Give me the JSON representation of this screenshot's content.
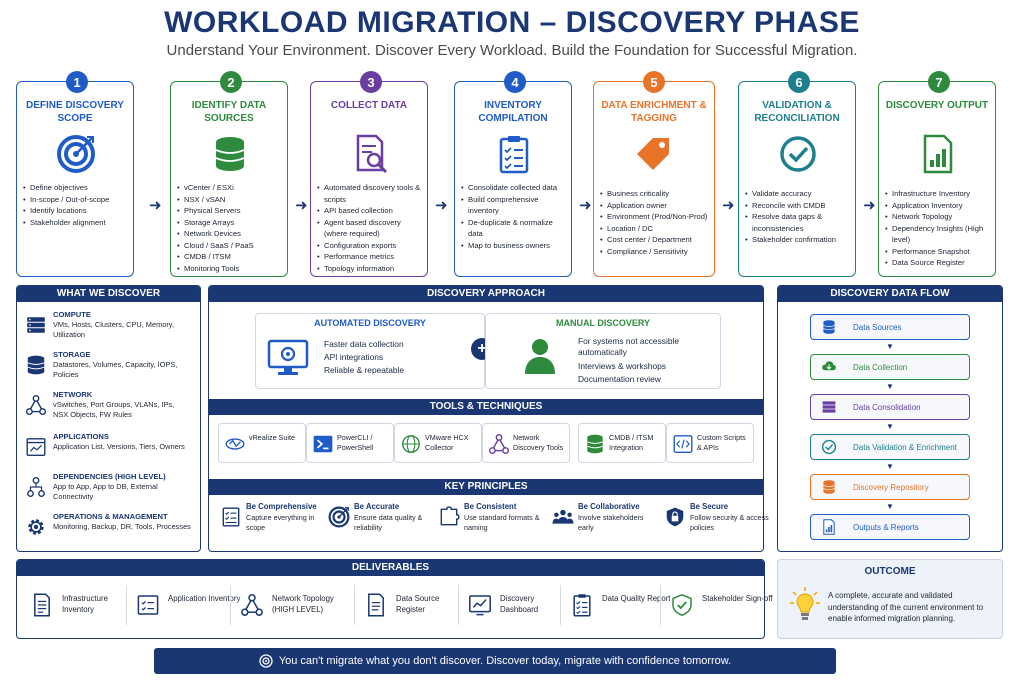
{
  "header": {
    "title": "WORKLOAD MIGRATION – DISCOVERY PHASE",
    "subtitle": "Understand Your Environment. Discover Every Workload. Build the Foundation for Successful Migration."
  },
  "steps": [
    {
      "num": "1",
      "title": "DEFINE DISCOVERY SCOPE",
      "color": "#1f5cc7",
      "icon": "target-icon",
      "items": [
        "Define objectives",
        "In-scope / Out-of-scope",
        "Identify locations",
        "Stakeholder alignment"
      ]
    },
    {
      "num": "2",
      "title": "IDENTIFY DATA SOURCES",
      "color": "#2e8b3e",
      "icon": "database-icon",
      "items": [
        "vCenter / ESXi",
        "NSX / vSAN",
        "Physical Servers",
        "Storage Arrays",
        "Network Devices",
        "Cloud / SaaS / PaaS",
        "CMDB / ITSM",
        "Monitoring Tools"
      ]
    },
    {
      "num": "3",
      "title": "COLLECT DATA",
      "color": "#6a3ea1",
      "icon": "document-search-icon",
      "items": [
        "Automated discovery tools & scripts",
        "API based collection",
        "Agent based discovery (where required)",
        "Configuration exports",
        "Performance metrics",
        "Topology information"
      ]
    },
    {
      "num": "4",
      "title": "INVENTORY COMPILATION",
      "color": "#1f5cc7",
      "icon": "clipboard-checklist-icon",
      "items": [
        "Consolidate collected data",
        "Build comprehensive inventory",
        "De-duplicate & normalize data",
        "Map to business owners"
      ]
    },
    {
      "num": "5",
      "title": "DATA ENRICHMENT & TAGGING",
      "color": "#e8742a",
      "icon": "tag-icon",
      "items": [
        "Business criticality",
        "Application owner",
        "Environment (Prod/Non-Prod)",
        "Location / DC",
        "Cost center / Department",
        "Compliance / Sensitivity"
      ]
    },
    {
      "num": "6",
      "title": "VALIDATION & RECONCILIATION",
      "color": "#1e7f8c",
      "icon": "check-circle-icon",
      "items": [
        "Validate accuracy",
        "Reconcile with CMDB",
        "Resolve data gaps & inconsistencies",
        "Stakeholder confirmation"
      ]
    },
    {
      "num": "7",
      "title": "DISCOVERY OUTPUT",
      "color": "#2e8b3e",
      "icon": "report-chart-icon",
      "items": [
        "Infrastructure Inventory",
        "Application Inventory",
        "Network Topology",
        "Dependency Insights (High level)",
        "Performance Snapshot",
        "Data Source Register"
      ]
    }
  ],
  "what_we_discover": {
    "title": "WHAT WE DISCOVER",
    "items": [
      {
        "heading": "COMPUTE",
        "desc": "VMs, Hosts, Clusters, CPU, Memory, Utilization",
        "icon": "server-icon"
      },
      {
        "heading": "STORAGE",
        "desc": "Datastores, Volumes, Capacity, IOPS, Policies",
        "icon": "storage-icon"
      },
      {
        "heading": "NETWORK",
        "desc": "vSwitches, Port Groups, VLANs, IPs, NSX Objects, FW Rules",
        "icon": "network-icon"
      },
      {
        "heading": "APPLICATIONS",
        "desc": "Application List, Versions, Tiers, Owners",
        "icon": "application-icon"
      },
      {
        "heading": "DEPENDENCIES (HIGH LEVEL)",
        "desc": "App to App, App to DB, External Connectivity",
        "icon": "dependency-icon"
      },
      {
        "heading": "OPERATIONS & MANAGEMENT",
        "desc": "Monitoring, Backup, DR, Tools, Processes",
        "icon": "gear-icon"
      }
    ]
  },
  "approach": {
    "title": "DISCOVERY APPROACH",
    "automated": {
      "title": "AUTOMATED DISCOVERY",
      "items": [
        "Faster data collection",
        "API integrations",
        "Reliable & repeatable"
      ]
    },
    "plus": "+",
    "manual": {
      "title": "MANUAL DISCOVERY",
      "items": [
        "For systems not accessible automatically",
        "Interviews & workshops",
        "Documentation review"
      ]
    }
  },
  "tools": {
    "title": "TOOLS & TECHNIQUES",
    "items": [
      {
        "label": "vRealize Suite",
        "icon": "vrealize-icon"
      },
      {
        "label": "PowerCLI / PowerShell",
        "icon": "powershell-icon"
      },
      {
        "label": "VMware HCX Collector",
        "icon": "hcx-icon"
      },
      {
        "label": "Network Discovery Tools",
        "icon": "network-icon"
      },
      {
        "label": "CMDB / ITSM Integration",
        "icon": "database-icon"
      },
      {
        "label": "Custom Scripts & APIs",
        "icon": "code-icon"
      }
    ]
  },
  "principles": {
    "title": "KEY PRINCIPLES",
    "items": [
      {
        "heading": "Be Comprehensive",
        "desc": "Capture everything in scope",
        "icon": "checklist-icon"
      },
      {
        "heading": "Be Accurate",
        "desc": "Ensure data quality & reliability",
        "icon": "target-icon"
      },
      {
        "heading": "Be Consistent",
        "desc": "Use standard formats & naming",
        "icon": "puzzle-icon"
      },
      {
        "heading": "Be Collaborative",
        "desc": "Involve stakeholders early",
        "icon": "people-icon"
      },
      {
        "heading": "Be Secure",
        "desc": "Follow security & access policies",
        "icon": "shield-lock-icon"
      }
    ]
  },
  "flow": {
    "title": "DISCOVERY DATA FLOW",
    "items": [
      {
        "label": "Data Sources",
        "color": "#1f5cc7",
        "icon": "database-icon"
      },
      {
        "label": "Data Collection",
        "color": "#2e8b3e",
        "icon": "cloud-download-icon"
      },
      {
        "label": "Data Consolidation",
        "color": "#6a3ea1",
        "icon": "server-stack-icon"
      },
      {
        "label": "Data Validation & Enrichment",
        "color": "#1e7f8c",
        "icon": "check-circle-icon"
      },
      {
        "label": "Discovery Repository",
        "color": "#e8742a",
        "icon": "database-icon"
      },
      {
        "label": "Outputs & Reports",
        "color": "#1f5cc7",
        "icon": "report-chart-icon"
      }
    ]
  },
  "deliverables": {
    "title": "DELIVERABLES",
    "items": [
      {
        "label": "Infrastructure Inventory",
        "icon": "document-list-icon"
      },
      {
        "label": "Application Inventory",
        "icon": "application-list-icon"
      },
      {
        "label": "Network Topology (HIGH LEVEL)",
        "icon": "network-icon"
      },
      {
        "label": "Data Source Register",
        "icon": "document-icon"
      },
      {
        "label": "Discovery Dashboard",
        "icon": "dashboard-chart-icon"
      },
      {
        "label": "Data Quality Report",
        "icon": "clipboard-checklist-icon"
      },
      {
        "label": "Stakeholder Sign-off",
        "icon": "shield-check-icon"
      }
    ]
  },
  "outcome": {
    "title": "OUTCOME",
    "text": "A complete, accurate and validated understanding of the current environment to enable informed migration planning.",
    "icon": "lightbulb-icon"
  },
  "footer": {
    "text": "You can't migrate what you don't discover.  Discover today, migrate with confidence tomorrow.",
    "icon": "target-icon"
  }
}
